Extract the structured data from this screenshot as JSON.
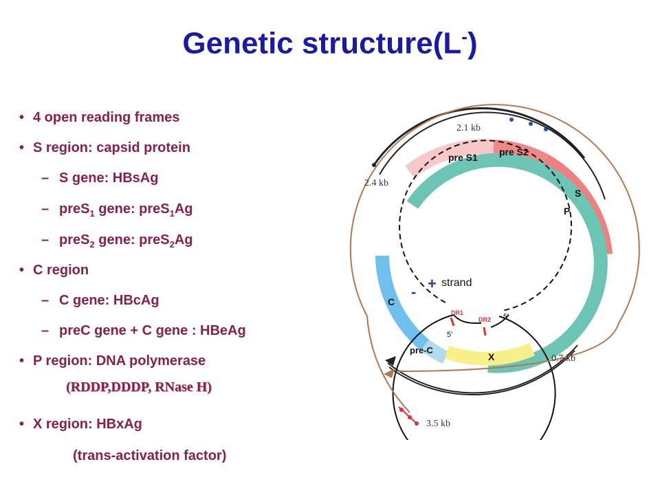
{
  "title": {
    "main": "Genetic structure(L",
    "sup": "-",
    "close": ")"
  },
  "bullets": {
    "b1": "4  open reading frames",
    "b2": "S region: capsid protein",
    "b2a": "S gene: HBsAg",
    "b2b_pre": "preS",
    "b2b_sub1": "1",
    "b2b_mid": " gene: preS",
    "b2b_sub2": "1",
    "b2b_post": "Ag",
    "b2c_pre": "preS",
    "b2c_sub1": "2",
    "b2c_mid": " gene: preS",
    "b2c_sub2": "2",
    "b2c_post": "Ag",
    "b3": "C region",
    "b3a": "C gene: HBcAg",
    "b3b": "preC gene + C gene : HBeAg",
    "b4": "P region: DNA polymerase",
    "b4_sub": "(RDDP,DDDP, RNase H)",
    "b5": "X region: HBxAg",
    "b5_sub": "(trans-activation factor)",
    "bullet_mark": "•",
    "dash_mark": "–"
  },
  "diagram": {
    "labels": {
      "kb21": "2.1 kb",
      "kb24": "2.4 kb",
      "kb07": "0.7 kb",
      "kb35": "3.5 kb",
      "preS1": "pre S1",
      "preS2": "pre S2",
      "S": "S",
      "P": "P",
      "C": "C",
      "preC": "pre-C",
      "X": "X",
      "plus": "+",
      "strand": "strand",
      "minus": "-",
      "DR1": "DR1",
      "DR2": "DR2",
      "five1": "5'",
      "five2": "5'"
    },
    "colors": {
      "preS1": "#f7c8c8",
      "preS2": "#f08888",
      "S": "#f08080",
      "P": "#6cc4b4",
      "C": "#70c0ee",
      "preC": "#b0dcee",
      "X": "#f8f088",
      "brown": "#b07850",
      "blue_text": "#2040a0",
      "red": "#e03030"
    }
  }
}
